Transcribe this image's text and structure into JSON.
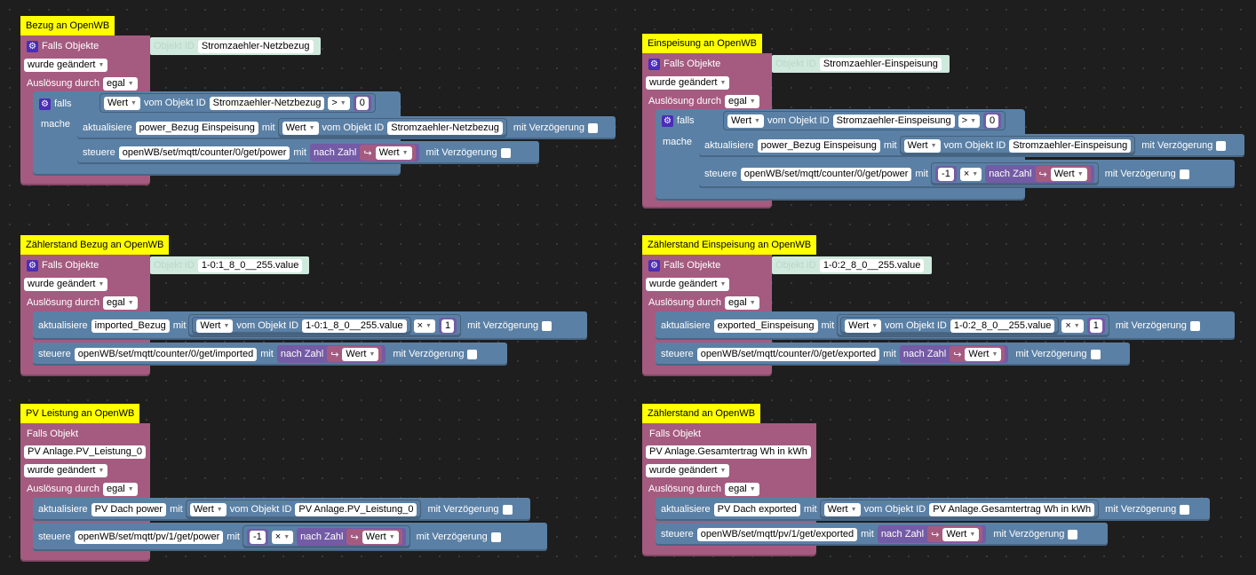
{
  "labels": {
    "falls_objekte": "Falls Objekte",
    "falls_objekt": "Falls Objekt",
    "objekt_id": "Objekt ID",
    "wurde_geaendert": "wurde geändert",
    "ausloesung_durch": "Auslösung durch",
    "egal": "egal",
    "falls": "falls",
    "mache": "mache",
    "aktualisiere": "aktualisiere",
    "steuere": "steuere",
    "mit": "mit",
    "mit_verzoegerung": "mit Verzögerung",
    "wert": "Wert",
    "vom_objekt_id": "vom Objekt ID",
    "nach_zahl": "nach Zahl",
    "gt": ">",
    "times": "×",
    "zero": "0",
    "one": "1",
    "neg_one": "-1"
  },
  "blocks": {
    "b1": {
      "comment": "Bezug an OpenWB",
      "trigger_id": "Stromzaehler-Netzbezug",
      "cond_id": "Stromzaehler-Netzbezug",
      "update_state": "power_Bezug Einspeisung",
      "update_id": "Stromzaehler-Netzbezug",
      "control_topic": "openWB/set/mqtt/counter/0/get/power"
    },
    "b2": {
      "comment": "Einspeisung an OpenWB",
      "trigger_id": "Stromzaehler-Einspeisung",
      "cond_id": "Stromzaehler-Einspeisung",
      "update_state": "power_Bezug Einspeisung",
      "update_id": "Stromzaehler-Einspeisung",
      "control_topic": "openWB/set/mqtt/counter/0/get/power"
    },
    "b3": {
      "comment": "Zählerstand Bezug an OpenWB",
      "trigger_id": "1-0:1_8_0__255.value",
      "update_state": "imported_Bezug",
      "update_id": "1-0:1_8_0__255.value",
      "control_topic": "openWB/set/mqtt/counter/0/get/imported"
    },
    "b4": {
      "comment": "Zählerstand Einspeisung an OpenWB",
      "trigger_id": "1-0:2_8_0__255.value",
      "update_state": "exported_Einspeisung",
      "update_id": "1-0:2_8_0__255.value",
      "control_topic": "openWB/set/mqtt/counter/0/get/exported"
    },
    "b5": {
      "comment": "PV Leistung an OpenWB",
      "trigger_obj": "PV Anlage.PV_Leistung_0",
      "update_state": "PV Dach power",
      "update_id": "PV Anlage.PV_Leistung_0",
      "control_topic": "openWB/set/mqtt/pv/1/get/power"
    },
    "b6": {
      "comment": "Zählerstand an OpenWB",
      "trigger_obj": "PV Anlage.Gesamtertrag Wh in kWh",
      "update_state": "PV Dach exported",
      "update_id": "PV Anlage.Gesamtertrag Wh in kWh",
      "control_topic": "openWB/set/mqtt/pv/1/get/exported"
    }
  },
  "colors": {
    "trigger": "#a55b80",
    "action": "#5b80a5",
    "math": "#745ba5",
    "comment": "#ffff00",
    "workspace": "#1e1e1e"
  }
}
